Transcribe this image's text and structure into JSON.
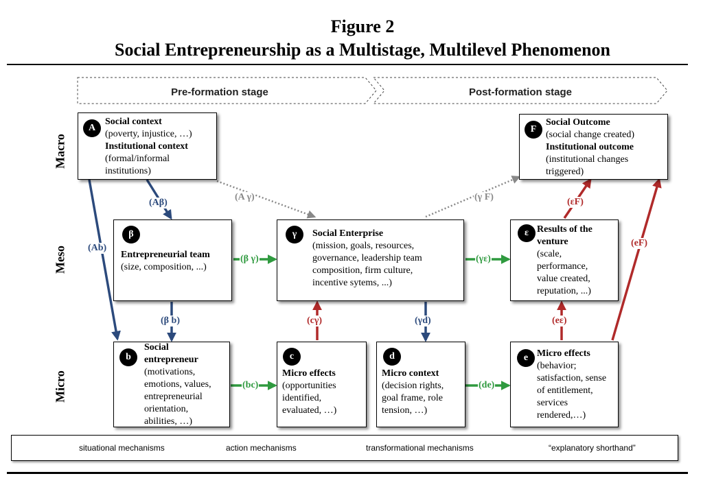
{
  "figure": {
    "title_line1": "Figure 2",
    "title_line2": "Social Entrepreneurship as a Multistage, Multilevel Phenomenon"
  },
  "stages": {
    "pre": "Pre-formation stage",
    "post": "Post-formation stage"
  },
  "levels": {
    "macro": "Macro",
    "meso": "Meso",
    "micro": "Micro"
  },
  "boxes": {
    "A": {
      "badge": "A",
      "line1": "Social context",
      "line2": "(poverty, injustice, …)",
      "line3": "Institutional context",
      "line4": "(formal/informal",
      "line5": "institutions)"
    },
    "F": {
      "badge": "F",
      "line1": "Social Outcome",
      "line2": "(social change created)",
      "line3": "Institutional outcome",
      "line4": "(institutional changes",
      "line5": "triggered)"
    },
    "beta": {
      "badge": "β",
      "line1": "Entrepreneurial team",
      "line2": "(size, composition, ...)"
    },
    "gamma": {
      "badge": "γ",
      "line1": "Social Enterprise",
      "line2": "(mission, goals, resources,",
      "line3": "governance, leadership team",
      "line4": "composition, firm culture,",
      "line5": "incentive sytems, ...)"
    },
    "epsilon": {
      "badge": "ε",
      "line1": "Results of the",
      "line2": "venture",
      "line3": "(scale,",
      "line4": "performance,",
      "line5": "value created,",
      "line6": "reputation, ...)"
    },
    "b": {
      "badge": "b",
      "line1": "Social",
      "line2": "entrepreneur",
      "line3": "(motivations,",
      "line4": "emotions, values,",
      "line5": "entrepreneurial",
      "line6": "orientation,",
      "line7": "abilities, …)"
    },
    "c": {
      "badge": "c",
      "line1": "Micro effects",
      "line2": "(opportunities",
      "line3": "identified,",
      "line4": "evaluated, …)"
    },
    "d": {
      "badge": "d",
      "line1": "Micro context",
      "line2": "(decision rights,",
      "line3": "goal frame, role",
      "line4": "tension, …)"
    },
    "e": {
      "badge": "e",
      "line1": "Micro effects",
      "line2": "(behavior;",
      "line3": "satisfaction, sense",
      "line4": "of entitlement,",
      "line5": "services",
      "line6": "rendered,…)"
    }
  },
  "arrows": {
    "Ab": "(Ab)",
    "Abeta": "(Aβ)",
    "Agamma": "(A γ)",
    "gammaF": "(γ F)",
    "betab": "(β b)",
    "betagamma": "(β γ)",
    "gammaepsilon": "(γε)",
    "cgamma": "(cγ)",
    "gammad": "(γd)",
    "bc": "(bc)",
    "de": "(de)",
    "eepsilon": "(eε)",
    "epsilonF": "(εF)",
    "eF": "(eF)"
  },
  "legend": {
    "situational": "situational mechanisms",
    "action": "action mechanisms",
    "transformational": "transformational mechanisms",
    "shorthand": "“explanatory shorthand”"
  },
  "colors": {
    "situational": "#2c4a7c",
    "action": "#2f9a3f",
    "transformational": "#b02a2a",
    "shorthand": "#888888"
  }
}
